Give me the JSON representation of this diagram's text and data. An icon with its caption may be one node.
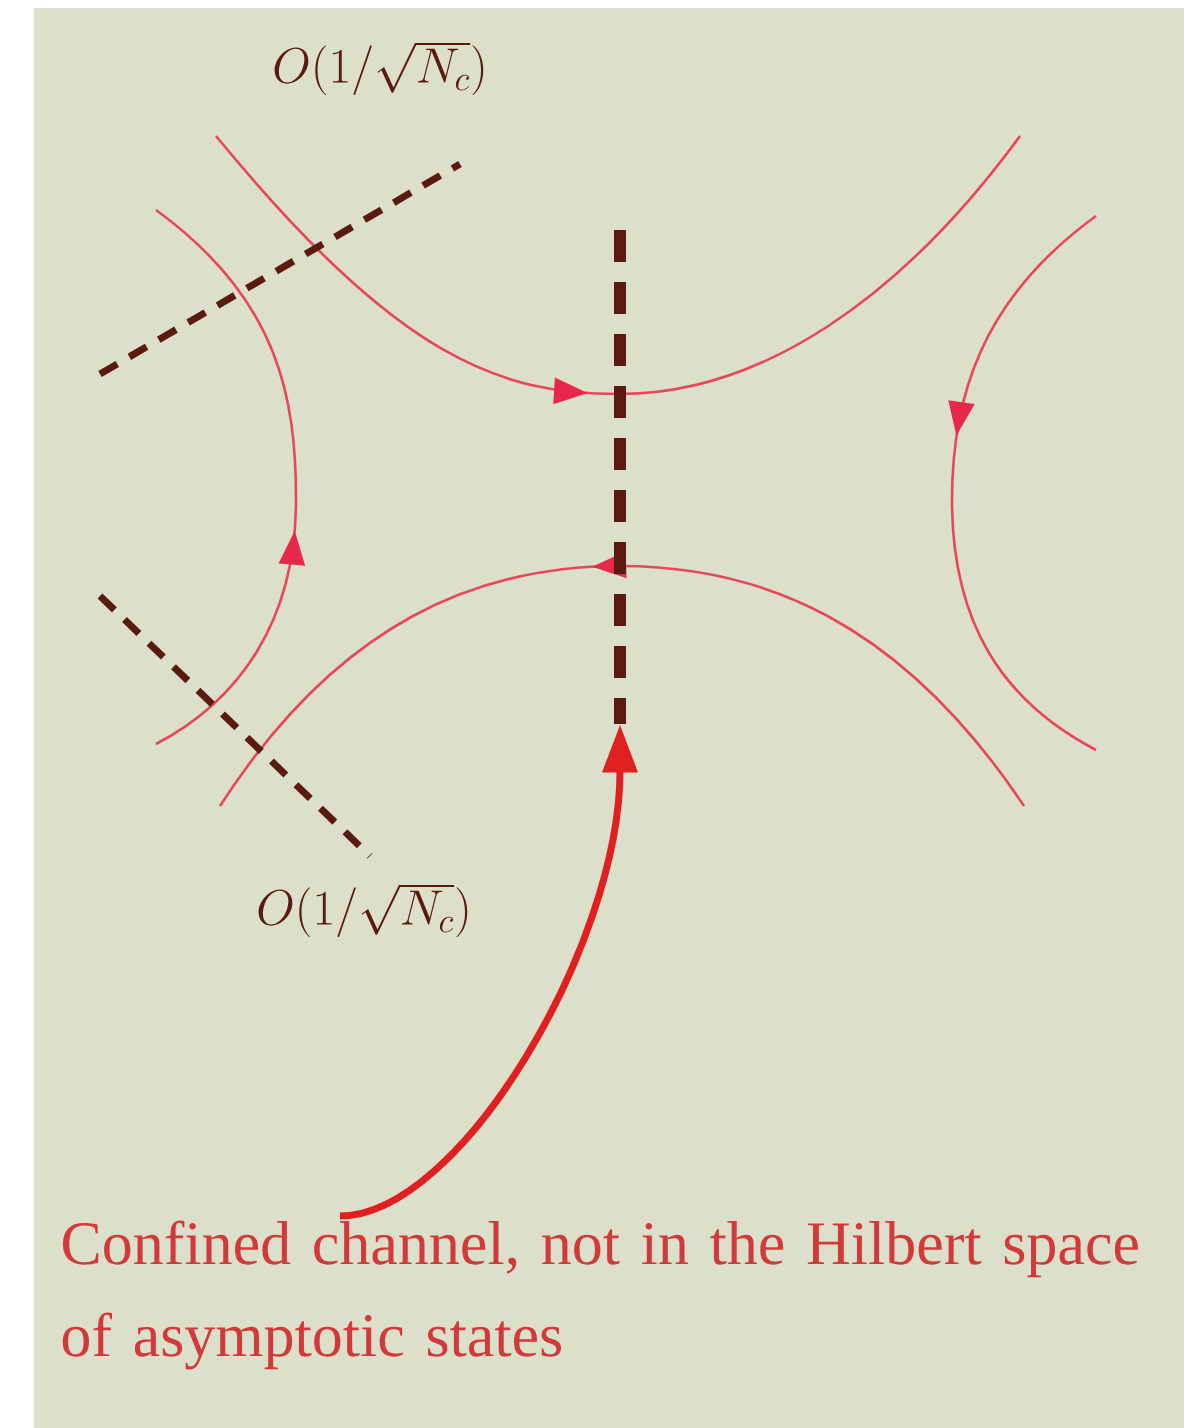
{
  "diagram": {
    "nodes": [
      {
        "text": [
          "Confined channel, not in the Hilbert space of asymptotic states"
        ]
      },
      {
        "text": [],
        "shape": "line"
      }
    ],
    "edges": [
      {
        "from": 0,
        "to": 1,
        "arrow": "to"
      }
    ],
    "labels": [
      "O(1/\\sqrt{N_c})",
      "O(1/\\sqrt{N_c})"
    ]
  }
}
